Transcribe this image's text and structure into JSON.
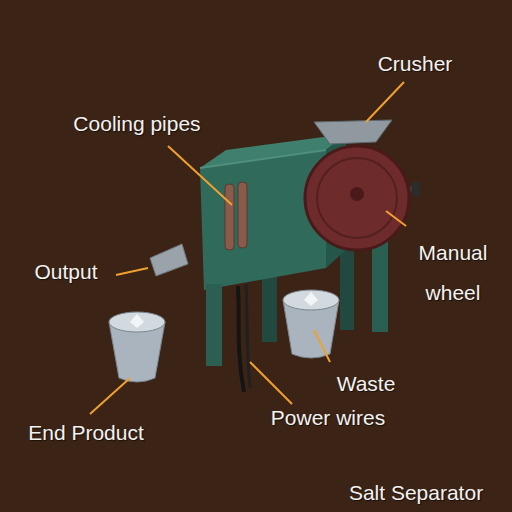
{
  "diagram": {
    "caption": "Salt Separator",
    "labels": [
      "Crusher",
      "Cooling pipes",
      "Manual wheel",
      "Output",
      "Waste",
      "Power wires",
      "End Product"
    ]
  }
}
